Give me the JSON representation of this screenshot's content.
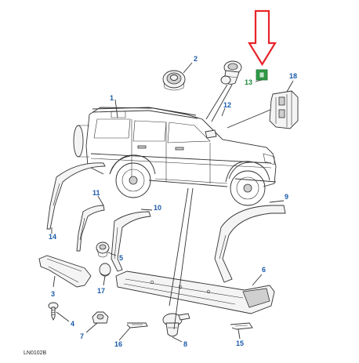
{
  "diagram": {
    "reference_code": "LN0102B",
    "colors": {
      "callout_blue": "#1a5aa8",
      "callout_green": "#1f8a3c",
      "highlight_arrow": "#e8242a",
      "highlight_part": "#2e9e47"
    },
    "callouts": {
      "c1": "1",
      "c2": "2",
      "c3": "3",
      "c4": "4",
      "c5": "5",
      "c6": "6",
      "c7": "7",
      "c8": "8",
      "c9": "9",
      "c10": "10",
      "c11": "11",
      "c12": "12",
      "c13": "13",
      "c14": "14",
      "c15": "15",
      "c16": "16",
      "c17": "17",
      "c18": "18"
    }
  }
}
